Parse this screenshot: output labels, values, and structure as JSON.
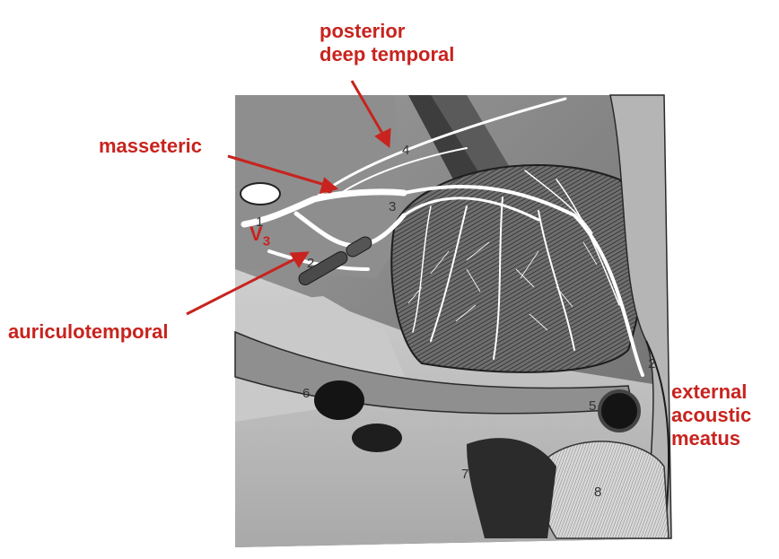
{
  "labels": {
    "posterior_deep_temporal": [
      "posterior",
      "deep temporal"
    ],
    "masseteric": "masseteric",
    "auriculotemporal": "auriculotemporal",
    "external_acoustic_meatus": [
      "external",
      "acoustic",
      "meatus"
    ],
    "v3_main": "V",
    "v3_sub": "3"
  },
  "numbers": [
    "1",
    "2",
    "3",
    "4",
    "5",
    "6",
    "7",
    "8",
    "2"
  ],
  "colors": {
    "label_red": "#c8231e",
    "line_art": "#2a2a2a",
    "tissue_gray": "#8a8a8a",
    "muscle_dark": "#3a3a3a",
    "nerve_white": "#ffffff"
  }
}
